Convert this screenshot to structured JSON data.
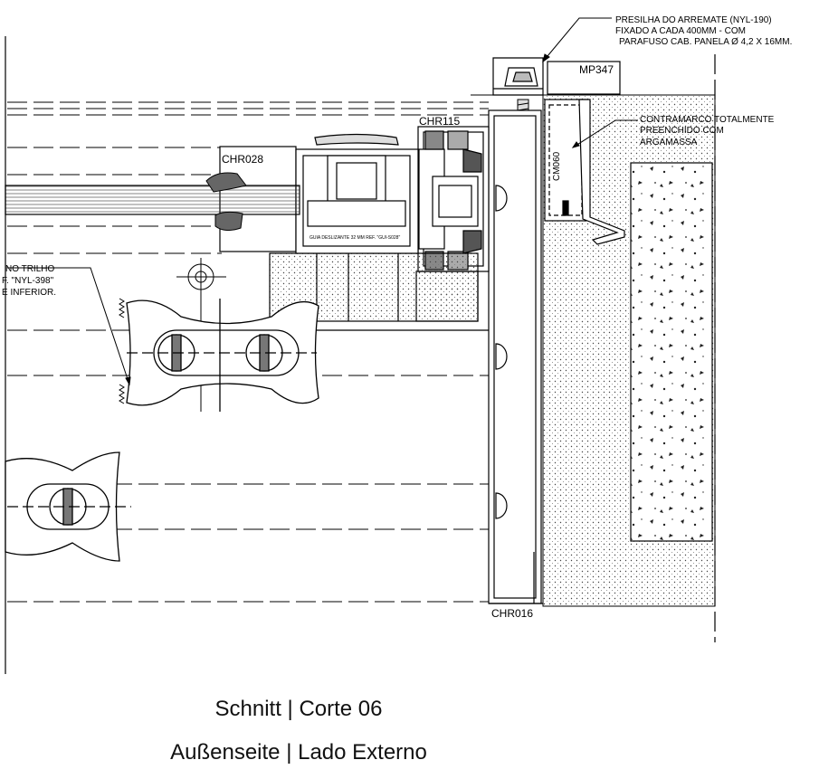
{
  "labels": {
    "presilha": [
      "PRESILHA DO ARREMATE (NYL-190)",
      "FIXADO A CADA 400MM - COM",
      "PARAFUSO CAB. PANELA Ø 4,2 X 16MM."
    ],
    "mp347": "MP347",
    "chr115": "CHR115",
    "chr028": "CHR028",
    "contramarco": [
      "CONTRAMARCO TOTALMENTE",
      "PREENCHIDO COM",
      "ARGAMASSA"
    ],
    "cm060": "CM060",
    "guia": "GUIA DESLIZANTE 32 MM REF. \"GUI-S028\"",
    "trilho": [
      "NO TRILHO",
      "F. \"NYL-398\"",
      "E INFERIOR."
    ],
    "chr016": "CHR016"
  },
  "caption": {
    "line1": "Schnitt | Corte 06",
    "line2": "Außenseite | Lado Externo"
  }
}
